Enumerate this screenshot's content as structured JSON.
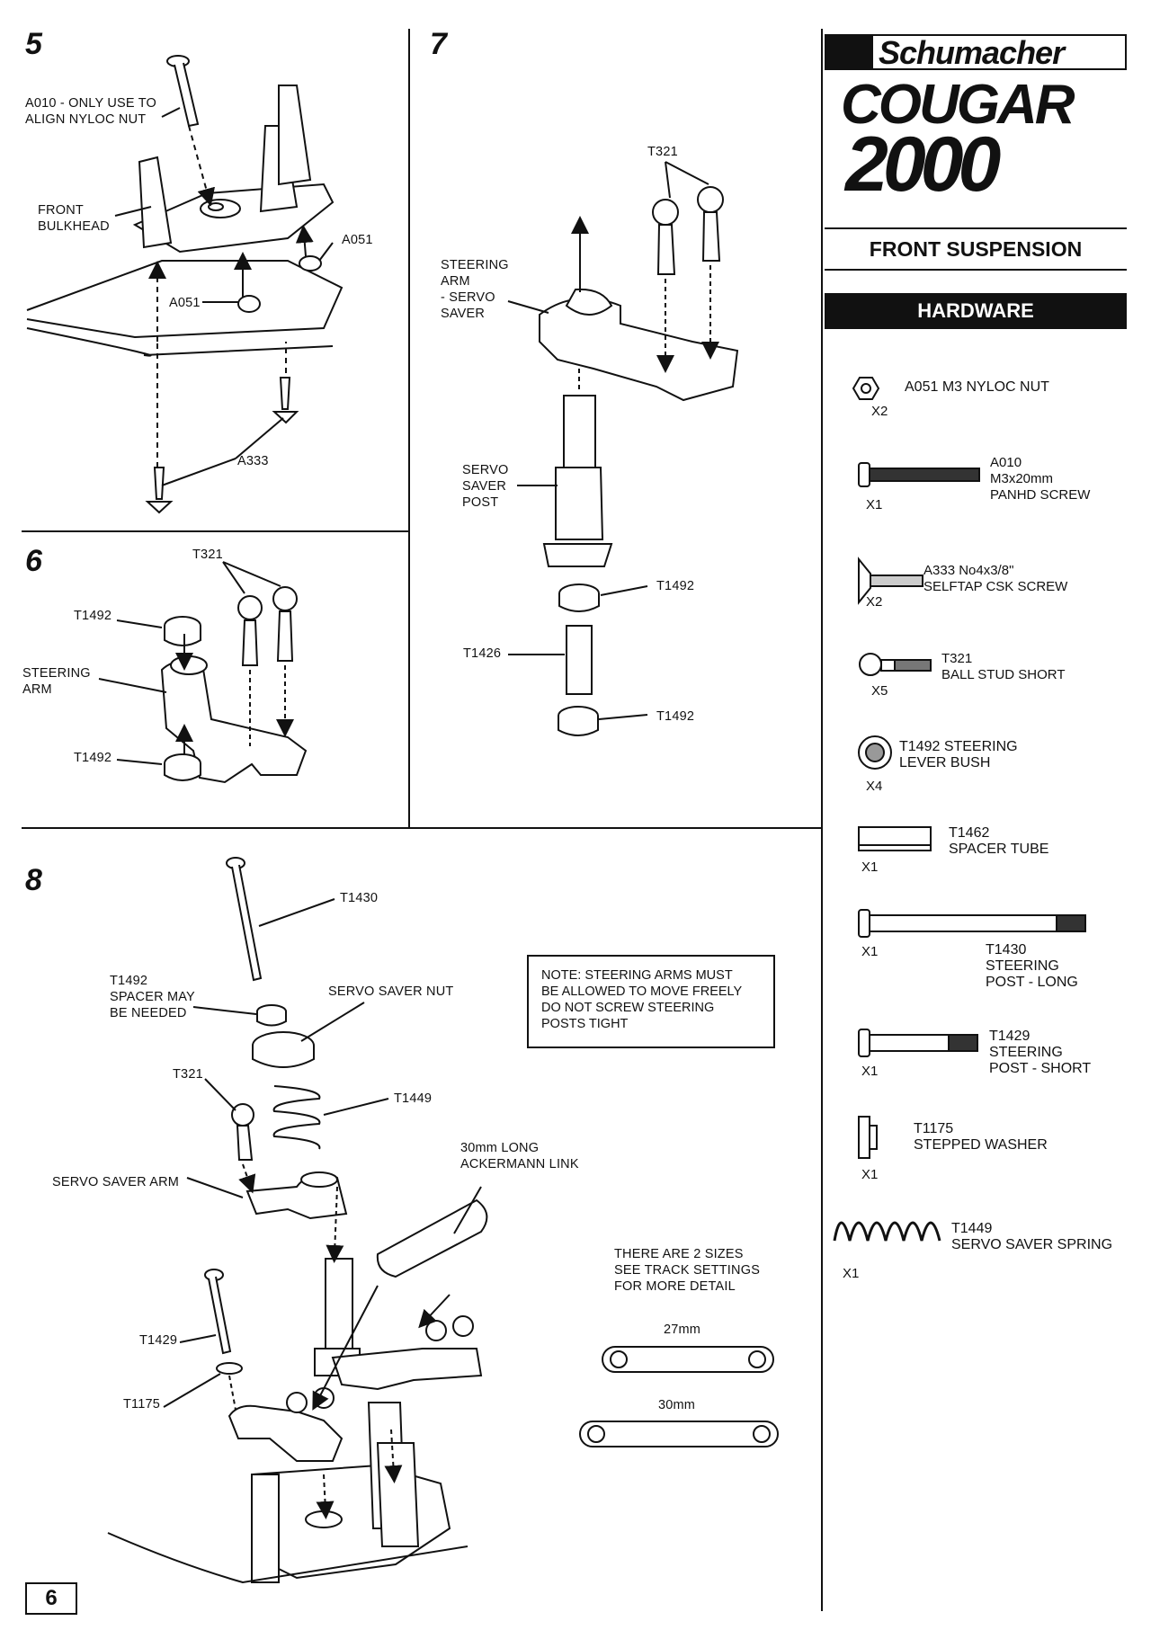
{
  "brand": {
    "maker": "Schumacher",
    "model_line1": "COUGAR",
    "model_line2": "2000"
  },
  "section_title": "FRONT SUSPENSION",
  "hardware_heading": "HARDWARE",
  "page_number": "6",
  "steps": {
    "s5": {
      "number": "5",
      "labels": {
        "a010": "A010 - ONLY USE TO\nALIGN NYLOC NUT",
        "bulkhead": "FRONT\nBULKHEAD",
        "a051_right": "A051",
        "a051_left": "A051",
        "a333": "A333"
      }
    },
    "s6": {
      "number": "6",
      "labels": {
        "t321": "T321",
        "t1492_top": "T1492",
        "steering_arm": "STEERING\nARM",
        "t1492_bottom": "T1492"
      }
    },
    "s7": {
      "number": "7",
      "labels": {
        "t321": "T321",
        "arm": "STEERING\nARM\n- SERVO\nSAVER",
        "post": "SERVO\nSAVER\nPOST",
        "t1492_top": "T1492",
        "t1426": "T1426",
        "t1492_bottom": "T1492"
      }
    },
    "s8": {
      "number": "8",
      "labels": {
        "t1430": "T1430",
        "t1492_spacer": "T1492\nSPACER MAY\nBE NEEDED",
        "nut": "SERVO SAVER NUT",
        "t321": "T321",
        "t1449": "T1449",
        "saver_arm": "SERVO SAVER ARM",
        "ackermann": "30mm LONG\nACKERMANN LINK",
        "t1429": "T1429",
        "t1175": "T1175",
        "sizes_note": "THERE ARE 2 SIZES\nSEE TRACK SETTINGS\nFOR MORE DETAIL",
        "link_27": "27mm",
        "link_30": "30mm"
      },
      "note": "NOTE: STEERING ARMS MUST\nBE ALLOWED TO MOVE FREELY\nDO NOT SCREW STEERING\nPOSTS TIGHT"
    }
  },
  "hardware": [
    {
      "label": "A051 M3 NYLOC NUT",
      "qty": "X2",
      "icon": "nyloc-nut-icon"
    },
    {
      "label": "A010\nM3x20mm\nPANHD SCREW",
      "qty": "X1",
      "icon": "panhead-screw-icon"
    },
    {
      "label": "A333 No4x3/8\"\nSELFTAP CSK SCREW",
      "qty": "X2",
      "icon": "csk-screw-icon"
    },
    {
      "label": "T321\nBALL STUD SHORT",
      "qty": "X5",
      "icon": "ball-stud-icon"
    },
    {
      "label": "T1492 STEERING\nLEVER BUSH",
      "qty": "X4",
      "icon": "bush-icon"
    },
    {
      "label": "T1462\nSPACER TUBE",
      "qty": "X1",
      "icon": "spacer-tube-icon"
    },
    {
      "label": "T1430\nSTEERING\nPOST - LONG",
      "qty": "X1",
      "icon": "long-post-icon"
    },
    {
      "label": "T1429\nSTEERING\nPOST - SHORT",
      "qty": "X1",
      "icon": "short-post-icon"
    },
    {
      "label": "T1175\nSTEPPED WASHER",
      "qty": "X1",
      "icon": "stepped-washer-icon"
    },
    {
      "label": "T1449\nSERVO SAVER SPRING",
      "qty": "X1",
      "icon": "spring-icon"
    }
  ]
}
